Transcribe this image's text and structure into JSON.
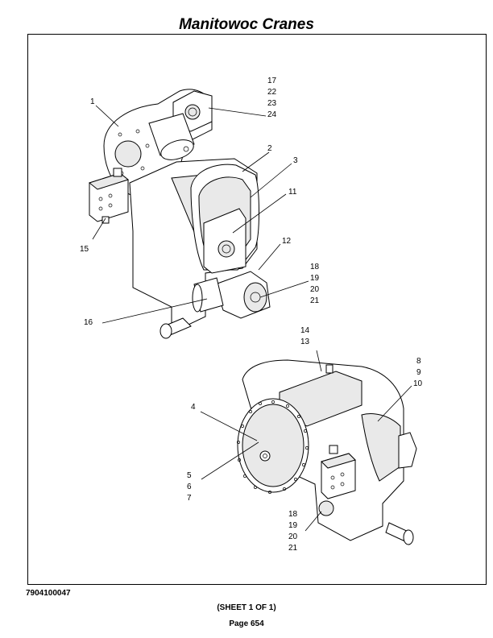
{
  "header": {
    "title": "Manitowoc Cranes"
  },
  "footer": {
    "doc_number": "7904100047",
    "sheet": "(SHEET 1 OF 1)",
    "page": "Page 654"
  },
  "callouts": {
    "c1": "1",
    "c2": "2",
    "c3": "3",
    "c4": "4",
    "c5": [
      "5",
      "6",
      "7"
    ],
    "c8": [
      "8",
      "9",
      "10"
    ],
    "c11": "11",
    "c12": "12",
    "c13": [
      "14",
      "13"
    ],
    "c15": "15",
    "c16": "16",
    "c17": [
      "17",
      "22",
      "23",
      "24"
    ],
    "c18a": [
      "18",
      "19",
      "20",
      "21"
    ],
    "c18b": [
      "18",
      "19",
      "20",
      "21"
    ]
  }
}
